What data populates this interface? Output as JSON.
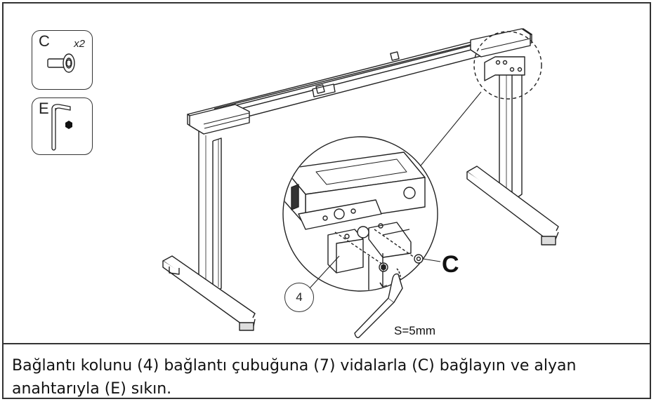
{
  "parts": [
    {
      "letter": "C",
      "quantity": "x2",
      "icon": "screw-icon"
    },
    {
      "letter": "E",
      "icon": "allen-key-icon"
    }
  ],
  "callouts": {
    "part_letter": "C",
    "part_number": "4",
    "tool_size": "S=5mm"
  },
  "instruction": "Bağlantı kolunu (4) bağlantı çubuğuna (7) vidalarla (C) bağlayın ve alyan anahtarıyla (E) sıkın."
}
